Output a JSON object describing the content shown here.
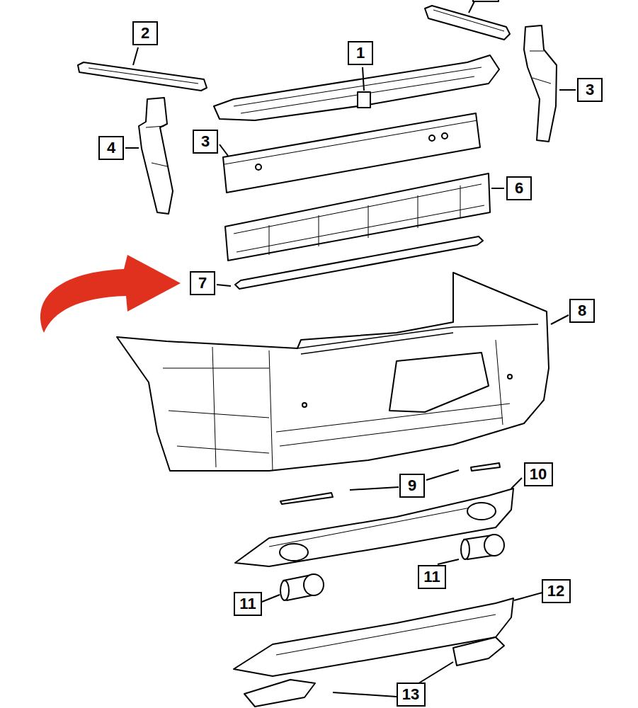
{
  "diagram": {
    "labels": [
      "2",
      "1",
      "3",
      "3",
      "4",
      "6",
      "7",
      "8",
      "10",
      "9",
      "11",
      "12",
      "11",
      "13"
    ]
  }
}
